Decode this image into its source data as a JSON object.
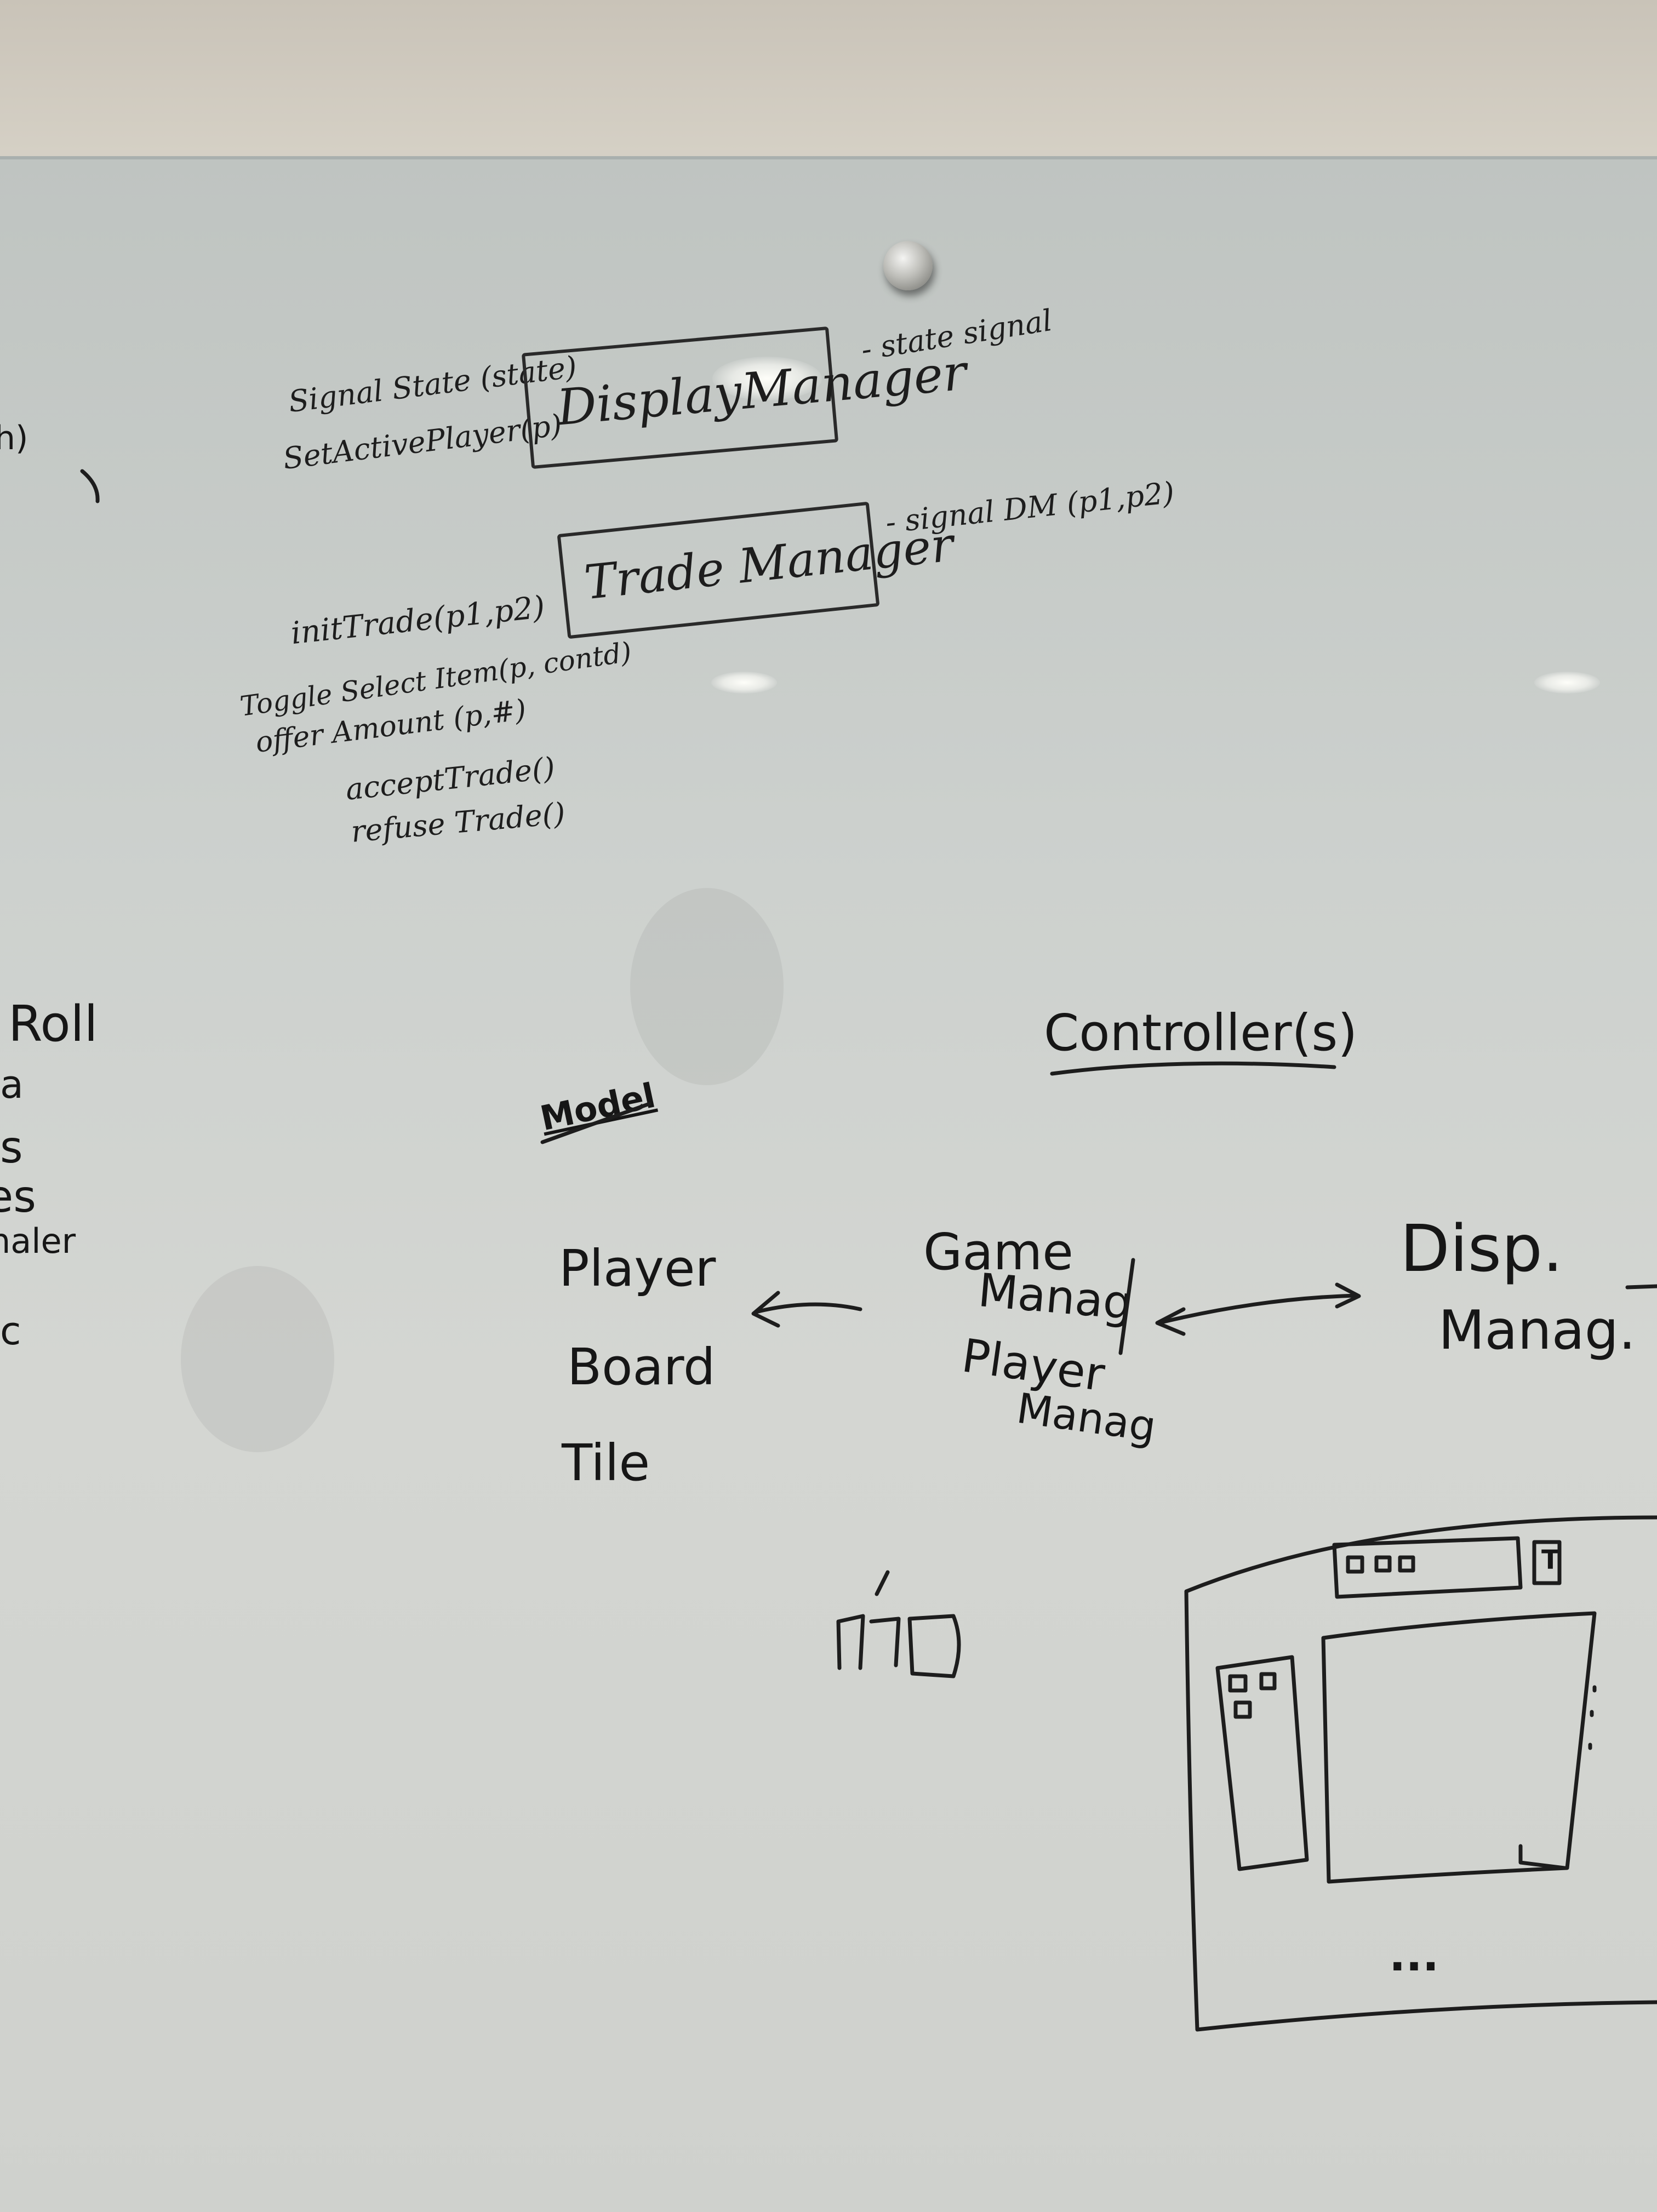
{
  "whiteboard": {
    "top_left": {
      "display_manager_methods": [
        "Signal State (state)",
        "SetActivePlayer(p)"
      ],
      "display_manager_label": "DisplayManager",
      "display_manager_note": "- state signal",
      "trade_manager_label": "Trade Manager",
      "trade_manager_note": "- signal DM (p1,p2)",
      "trade_manager_methods": [
        "initTrade(p1,p2)",
        "Toggle Select Item(p, contd)",
        "offer Amount (p,#)",
        "acceptTrade()",
        "refuse Trade()"
      ]
    },
    "left_edge_fragments": [
      "h)",
      "Roll",
      "a",
      "s",
      "es",
      "naler",
      "c"
    ],
    "model": {
      "heading": "Model",
      "items": [
        "Player",
        "Board",
        "Tile"
      ]
    },
    "controllers": {
      "heading": "Controller(s)",
      "game_manager": [
        "Game",
        "Manag"
      ],
      "player_manager": [
        "Player",
        "Manag"
      ],
      "display_manager": [
        "Disp.",
        "Manag."
      ]
    },
    "sketch": {
      "top_badge": "T",
      "bottom_ellipsis": "..."
    }
  }
}
